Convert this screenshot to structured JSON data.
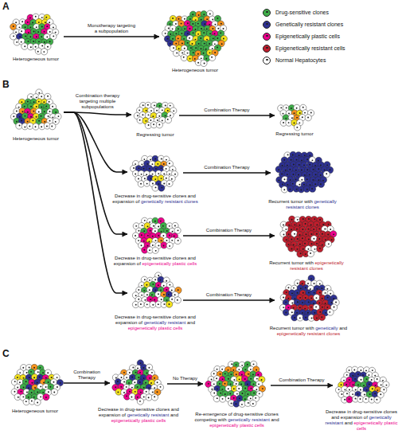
{
  "diagram": {
    "nodes": [
      {
        "text": [
          "Heterogeneous tumor"
        ]
      },
      {
        "text": [
          "Heterogeneous tumor"
        ]
      },
      {
        "text": [
          "Heterogeneous tumor"
        ]
      },
      {
        "text": [
          "Regressing tumor"
        ]
      },
      {
        "text": [
          "Regressing tumor"
        ]
      },
      {
        "text": [
          "Decrease in drug-sensitive clones and expansion of genetically resistant clones"
        ]
      },
      {
        "text": [
          "Recurrent tumor with genetically resistant clones"
        ]
      },
      {
        "text": [
          "Decrease in drug-sensitive clones and expansion of epigenetically plastic cells"
        ]
      },
      {
        "text": [
          "Recurrent tumor with epigenetically resistant clones"
        ]
      },
      {
        "text": [
          "Decrease in drug-sensitive clones and expansion of genetically resistant and epigenetically plastic cells"
        ]
      },
      {
        "text": [
          "Recurrent tumor with genetically and epigenetically resistant clones"
        ]
      },
      {
        "text": [
          "Heterogeneous tumor"
        ]
      },
      {
        "text": [
          "Decrease in drug-sensitive clones and expansion of genetically resistant and epigenetically plastic cells"
        ]
      },
      {
        "text": [
          "Re-emergence of drug-sensitive clones competing with genetically resistant and epigenetically plastic cells"
        ]
      },
      {
        "text": [
          "Decrease in drug-sensitive clones and expansion of genetically resistant and epigenetically plastic cells"
        ]
      }
    ],
    "edges": [
      {
        "from": 0,
        "to": 1,
        "arrow": "to",
        "label": "Monotherapy targeting a subpopulation"
      },
      {
        "from": 2,
        "to": 3,
        "arrow": "to",
        "label": "Combination therapy targeting multiple subpopulations"
      },
      {
        "from": 2,
        "to": 5,
        "arrow": "to"
      },
      {
        "from": 2,
        "to": 7,
        "arrow": "to"
      },
      {
        "from": 2,
        "to": 9,
        "arrow": "to"
      },
      {
        "from": 3,
        "to": 4,
        "arrow": "to",
        "label": "Combination Therapy"
      },
      {
        "from": 5,
        "to": 6,
        "arrow": "to",
        "label": "Combination Therapy"
      },
      {
        "from": 7,
        "to": 8,
        "arrow": "to",
        "label": "Combination Therapy"
      },
      {
        "from": 9,
        "to": 10,
        "arrow": "to",
        "label": "Combination Therapy"
      },
      {
        "from": 11,
        "to": 12,
        "arrow": "to",
        "label": "Combination Therapy"
      },
      {
        "from": 12,
        "to": 13,
        "arrow": "to",
        "label": "No Therapy"
      },
      {
        "from": 13,
        "to": 14,
        "arrow": "to",
        "label": "Combination Therapy"
      }
    ],
    "labels": [
      "A",
      "B",
      "C"
    ],
    "legend": [
      {
        "text": "Drug-sensitive clones",
        "color": "#3fae49"
      },
      {
        "text": "Genetically resistant clones",
        "color": "#2e3192"
      },
      {
        "text": "Epigenetically plastic cells",
        "color": "#ec008c"
      },
      {
        "text": "Epigenetically resistant cells",
        "color": "#be1e2d"
      },
      {
        "text": "Normal Hepatocytes",
        "color": "#ffffff"
      }
    ]
  }
}
